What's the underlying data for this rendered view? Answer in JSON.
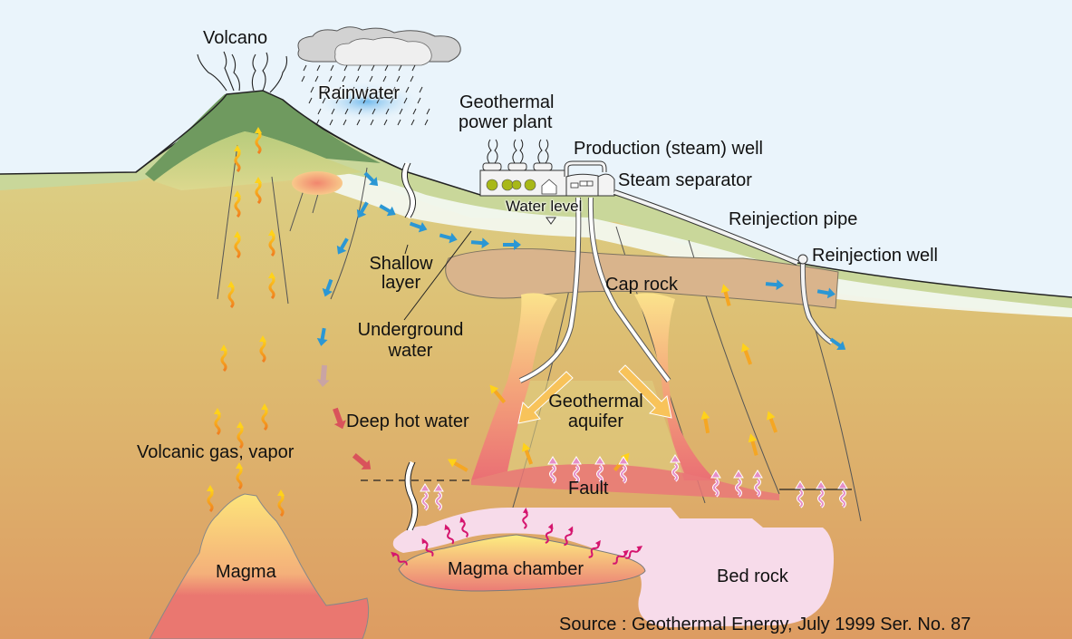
{
  "title": "Geothermal power generation system",
  "labels": {
    "volcano": "Volcano",
    "rainwater": "Rainwater",
    "power_plant_line1": "Geothermal",
    "power_plant_line2": "power plant",
    "production_well": "Production (steam) well",
    "steam_separator": "Steam separator",
    "water_level": "Water level",
    "reinjection_pipe": "Reinjection pipe",
    "reinjection_well": "Reinjection well",
    "shallow_layer_line1": "Shallow",
    "shallow_layer_line2": "layer",
    "underground_water_line1": "Underground",
    "underground_water_line2": "water",
    "cap_rock": "Cap rock",
    "geothermal_aquifer_line1": "Geothermal",
    "geothermal_aquifer_line2": "aquifer",
    "deep_hot_water": "Deep hot water",
    "volcanic_gas": "Volcanic gas, vapor",
    "fault": "Fault",
    "magma": "Magma",
    "magma_chamber": "Magma chamber",
    "bed_rock": "Bed rock"
  },
  "source": "Source : Geothermal Energy, July 1999 Ser. No. 87",
  "colors": {
    "sky": "#eaf4fb",
    "ground_top": "#dcd58a",
    "ground_bottom": "#e0a266",
    "volcano_rim": "#6f9a5f",
    "cap_rock": "#d9b48c",
    "magma_top": "#fde27a",
    "magma_bottom": "#e9756e",
    "bed_rock": "#f7dbea",
    "water_arrow": "#2b97d4",
    "heat_arrow": "#d5156e"
  }
}
